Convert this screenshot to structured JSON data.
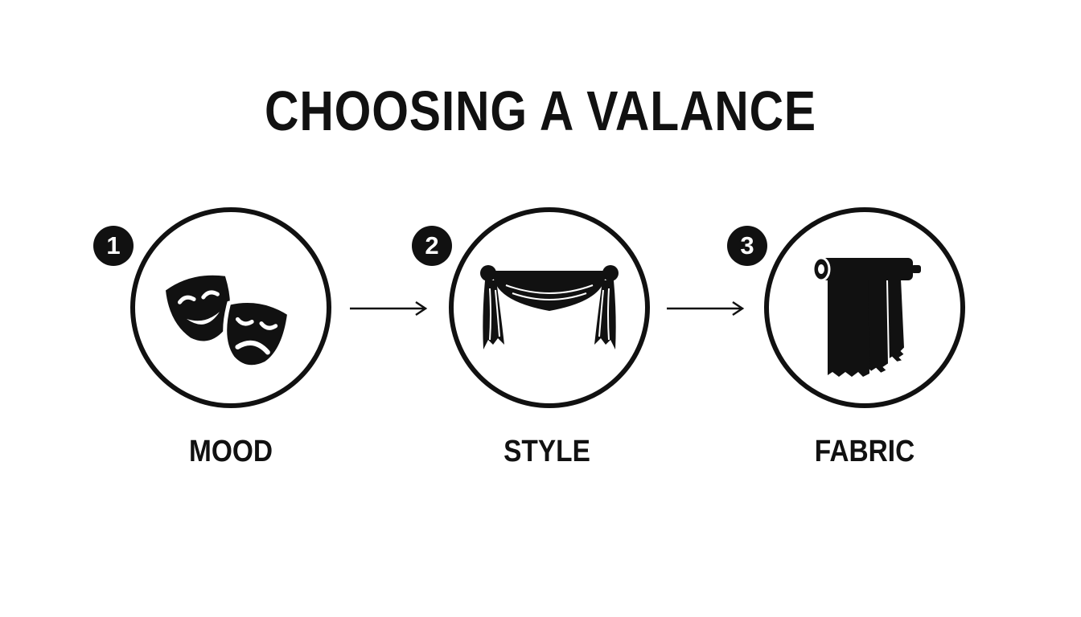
{
  "title": "CHOOSING A VALANCE",
  "steps": [
    {
      "number": "1",
      "label": "MOOD",
      "icon": "theater-masks-icon"
    },
    {
      "number": "2",
      "label": "STYLE",
      "icon": "curtain-valance-icon"
    },
    {
      "number": "3",
      "label": "FABRIC",
      "icon": "fabric-roll-icon"
    }
  ],
  "colors": {
    "ink": "#111111",
    "background": "#ffffff"
  }
}
